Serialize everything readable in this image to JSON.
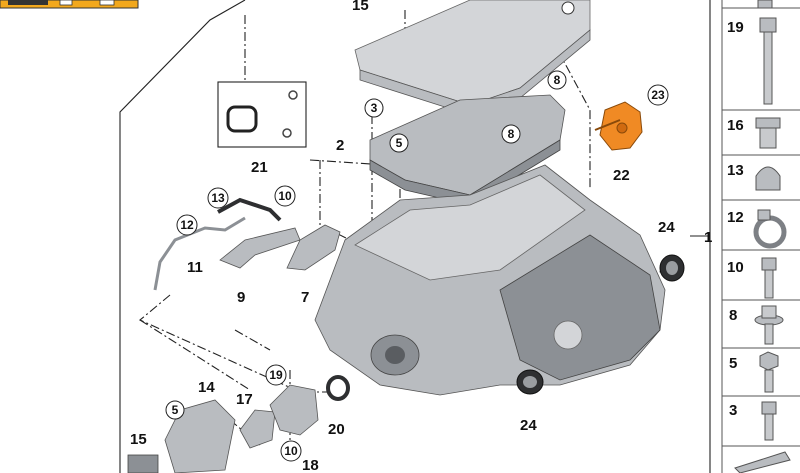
{
  "diagram": {
    "part_labels": {
      "p1": "1",
      "p2": "2",
      "p7": "7",
      "p9": "9",
      "p11": "11",
      "p14": "14",
      "p15_top": "15",
      "p15_bottom": "15",
      "p17": "17",
      "p18": "18",
      "p20": "20",
      "p21": "21",
      "p22": "22",
      "p24_top": "24",
      "p24_bottom": "24"
    },
    "circled_labels": {
      "c3": "3",
      "c5_top": "5",
      "c5_bottom": "5",
      "c8_top": "8",
      "c8_mid": "8",
      "c10_top": "10",
      "c10_bottom": "10",
      "c12": "12",
      "c13": "13",
      "c19": "19",
      "c23": "23"
    },
    "sidebar": {
      "items": [
        {
          "label": "19",
          "icon": "long-bolt-icon"
        },
        {
          "label": "16",
          "icon": "drain-plug-icon"
        },
        {
          "label": "13",
          "icon": "cap-nut-icon"
        },
        {
          "label": "12",
          "icon": "hose-clamp-icon"
        },
        {
          "label": "10",
          "icon": "bolt-icon"
        },
        {
          "label": "8",
          "icon": "washer-bolt-icon"
        },
        {
          "label": "5",
          "icon": "flange-bolt-icon"
        },
        {
          "label": "3",
          "icon": "short-bolt-icon"
        }
      ]
    },
    "colors": {
      "highlight_part": "#f08a24",
      "top_badge": "#f2a81d"
    }
  }
}
